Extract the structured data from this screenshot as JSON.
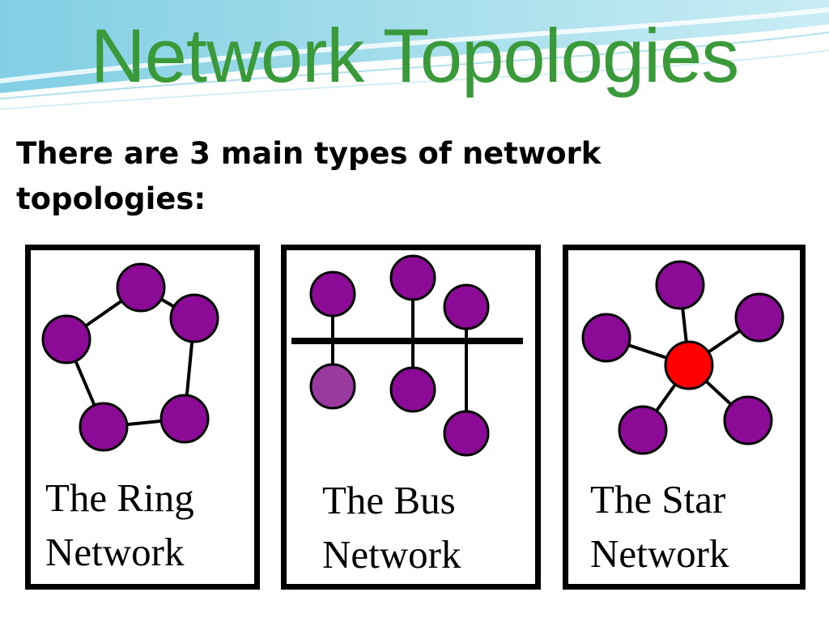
{
  "slide": {
    "title": "Network Topologies",
    "intro_line1": "There are 3 main types of network",
    "intro_line2": "topologies:"
  },
  "panels": [
    {
      "id": "ring",
      "line1": "The Ring",
      "line2": "Network"
    },
    {
      "id": "bus",
      "line1": "The Bus",
      "line2": "Network"
    },
    {
      "id": "star",
      "line1": "The Star",
      "line2": "Network"
    }
  ],
  "colors": {
    "title": "#3a9a3a",
    "node": "#8b0a96",
    "node_light": "#9a3aa0",
    "hub": "#ff0000",
    "line": "#000000",
    "swoosh": "#8fd3e6"
  }
}
